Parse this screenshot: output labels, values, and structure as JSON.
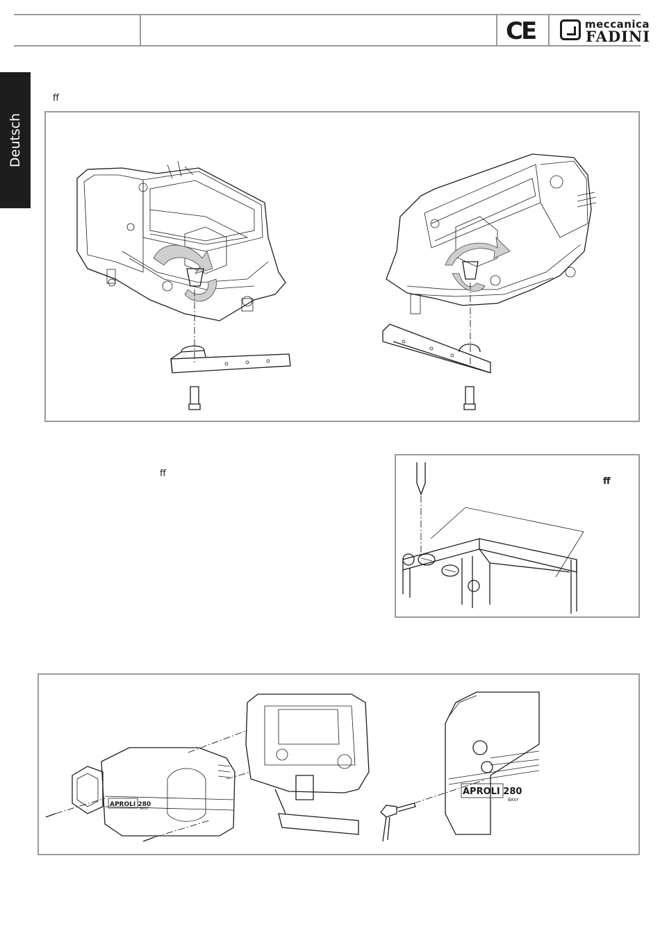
{
  "header": {
    "ce_mark": "CE",
    "brand_top": "meccanica",
    "brand_bottom": "FADINI"
  },
  "side_tab": {
    "label": "Deutsch"
  },
  "fragments": {
    "intro_ligature": "ff",
    "text_ligature": "ff",
    "figure2_ligature": "ff"
  },
  "figure3": {
    "product_label": "APROLI 280",
    "product_sublabel": "BASY"
  }
}
